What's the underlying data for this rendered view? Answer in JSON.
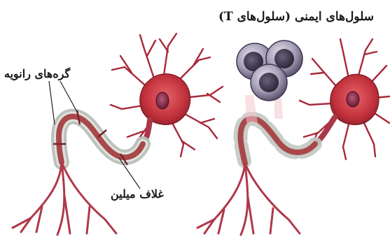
{
  "labels": {
    "ranvier_nodes": "گره‌های رانویه",
    "myelin_sheath": "غلاف میلین",
    "t_cells": "سلول‌های ایمنی (سلول‌های T)"
  },
  "colors": {
    "neuron_body": "#c0303a",
    "axon": "#a8484a",
    "myelin": "#c9cfc8",
    "t_cell": "#8e86a0",
    "t_cell_core": "#3a3448",
    "nucleus": "#7a1f3a"
  }
}
